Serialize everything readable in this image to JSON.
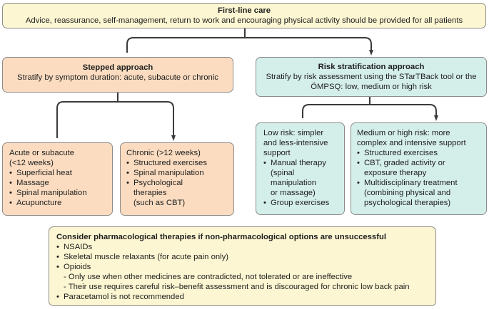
{
  "first_line": {
    "title": "First-line care",
    "text": "Advice, reassurance, self-management, return to work and encouraging physical activity should be provided for all patients"
  },
  "stepped": {
    "title": "Stepped approach",
    "text": "Stratify by symptom duration: acute, subacute or chronic"
  },
  "risk": {
    "title": "Risk stratification approach",
    "text_line1": "Stratify by risk assessment using the STarTBack tool or the",
    "text_line2": "ÖMPSQ: low, medium or high risk"
  },
  "acute": {
    "heading_line1": "Acute or subacute",
    "heading_line2": "(<12 weeks)",
    "items": [
      "Superficial heat",
      "Massage",
      "Spinal manipulation",
      "Acupuncture"
    ]
  },
  "chronic": {
    "heading": "Chronic (>12 weeks)",
    "items": [
      "Structured exercises",
      "Spinal manipulation"
    ],
    "item3_line1": "Psychological",
    "item3_line2": "therapies",
    "item3_line3": "(such as CBT)"
  },
  "low_risk": {
    "heading_line1": "Low risk: simpler",
    "heading_line2": "and less-intensive",
    "heading_line3": "support",
    "item1_line1": "Manual therapy",
    "item1_line2": "(spinal",
    "item1_line3": "manipulation",
    "item1_line4": "or massage)",
    "item2": "Group exercises"
  },
  "high_risk": {
    "heading_line1": "Medium or high risk: more",
    "heading_line2": "complex and intensive support",
    "item1": "Structured exercises",
    "item2_line1": "CBT, graded activity or",
    "item2_line2": "exposure therapy",
    "item3_line1": "Multidisciplinary treatment",
    "item3_line2": "(combining physical and",
    "item3_line3": "psychological therapies)"
  },
  "pharma": {
    "title": "Consider pharmacological therapies if non-pharmacological options are unsuccessful",
    "item1": "NSAIDs",
    "item2": "Skeletal muscle relaxants (for acute pain only)",
    "item3": "Opioids",
    "sub1": "- Only use when other medicines are contradicted, not tolerated or are ineffective",
    "sub2": "- Their use requires careful risk–benefit assessment and is discouraged for chronic low back pain",
    "item4": "Paracetamol is not recommended"
  },
  "colors": {
    "yellow_fill": "#fdf6d2",
    "orange_fill": "#fbdcc0",
    "teal_fill": "#d4eeea",
    "connector": "#3a3a3a"
  }
}
